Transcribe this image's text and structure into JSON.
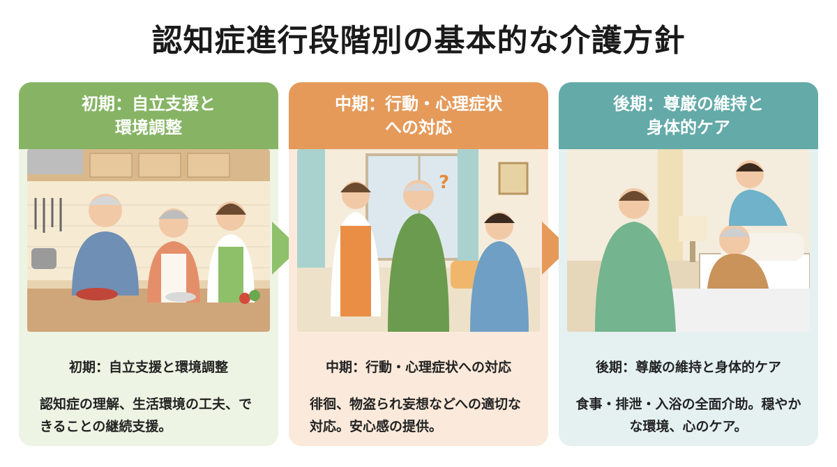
{
  "title": "認知症進行段階別の基本的な介護方針",
  "cards": [
    {
      "header": "初期：自立支援と\n環境調整",
      "subtitle": "初期：自立支援と環境調整",
      "description": "認知症の理解、生活環境の工夫、できることの継続支援。",
      "color": "#86b464"
    },
    {
      "header": "中期：行動・心理症状\nへの対応",
      "subtitle": "中期：行動・心理症状への対応",
      "description": "徘徊、物盗られ妄想などへの適切な対応。安心感の提供。",
      "color": "#e59a5a",
      "question_mark": "?"
    },
    {
      "header": "後期：尊厳の維持と\n身体的ケア",
      "subtitle": "後期：尊厳の維持と身体的ケア",
      "description": "食事・排泄・入浴の全面介助。穏やかな環境、心のケア。",
      "color": "#63aaa8"
    }
  ]
}
